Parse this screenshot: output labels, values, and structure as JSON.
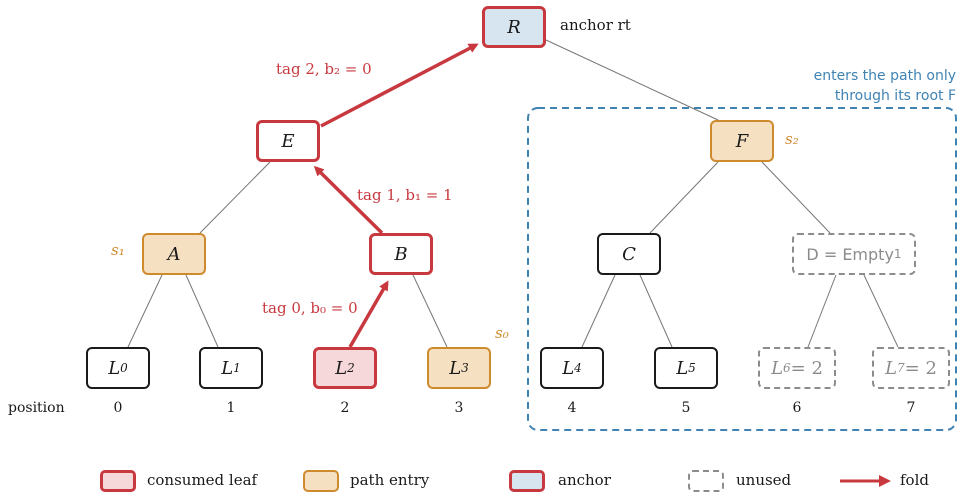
{
  "nodes": {
    "R": "R",
    "E": "E",
    "F": "F",
    "A": "A",
    "B": "B",
    "C": "C",
    "D_text": "D = Empty",
    "D_sub": "1",
    "L0": "L",
    "L0_sub": "0",
    "L1": "L",
    "L1_sub": "1",
    "L2": "L",
    "L2_sub": "2",
    "L3": "L",
    "L3_sub": "3",
    "L4": "L",
    "L4_sub": "4",
    "L5": "L",
    "L5_sub": "5",
    "L6": "L",
    "L6_sub": "6",
    "L6_tail": " = 2",
    "L7": "L",
    "L7_sub": "7",
    "L7_tail": " = 2"
  },
  "labels": {
    "anchor": "anchor rt",
    "tag2": "tag 2, b₂ = 0",
    "tag1": "tag 1, b₁ = 1",
    "tag0": "tag 0, b₀ = 0",
    "s0": "s₀",
    "s1": "s₁",
    "s2": "s₂",
    "subtree_note_line1": "enters the path only",
    "subtree_note_line2": "through its root F",
    "position": "position"
  },
  "positions": [
    "0",
    "1",
    "2",
    "3",
    "4",
    "5",
    "6",
    "7"
  ],
  "legend": {
    "consumed": "consumed leaf",
    "entry": "path entry",
    "anchor": "anchor",
    "unused": "unused",
    "fold": "fold"
  },
  "colors": {
    "fold_red": "#c8393f",
    "entry_orange": "#d08a2e",
    "anchor_blue": "#d6e5f0",
    "subtree_blue": "#3f83b3",
    "unused_gray": "#8c8c8c"
  }
}
